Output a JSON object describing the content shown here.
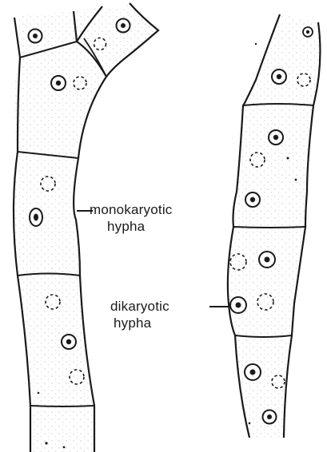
{
  "labels": {
    "monokaryotic": [
      "monokaryotic",
      "hypha"
    ],
    "dikaryotic": [
      "dikaryotic",
      "hypha"
    ]
  },
  "colors": {
    "ink": "#1a1a1a",
    "cytoplasm": "#d9d9d9"
  }
}
